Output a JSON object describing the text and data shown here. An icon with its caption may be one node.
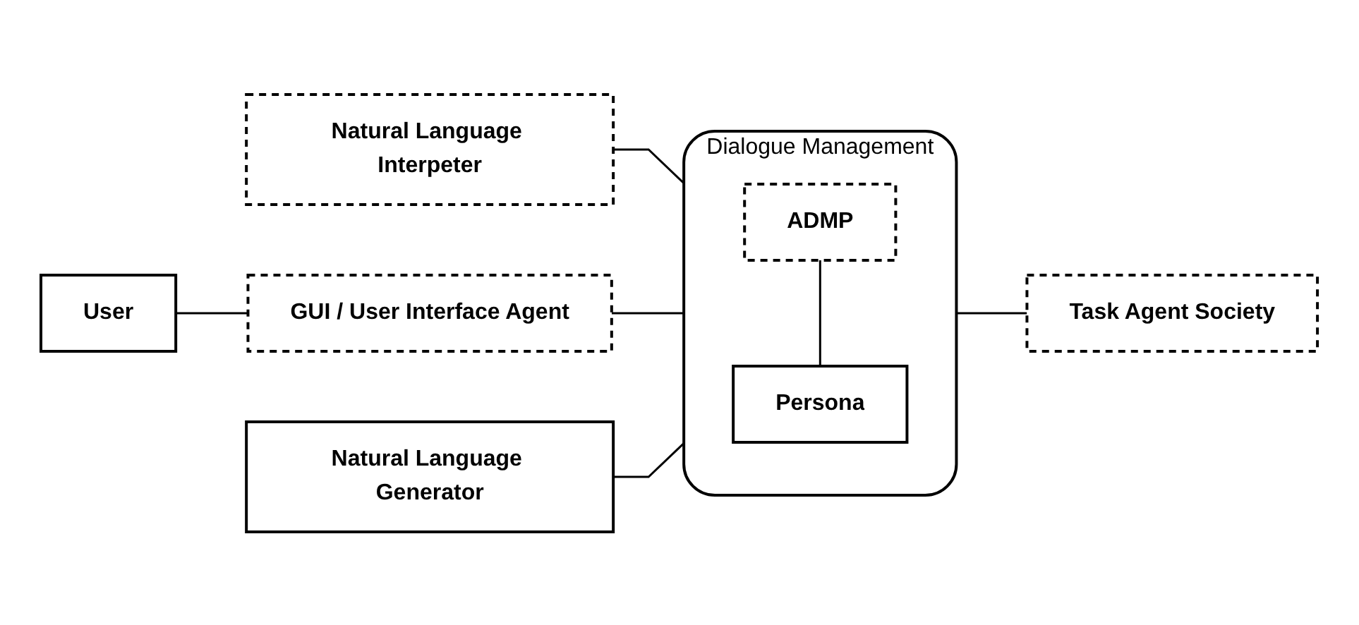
{
  "diagram": {
    "nodes": [
      {
        "text": [
          "Natural Language Interpeter"
        ]
      },
      {
        "text": [
          "User"
        ]
      },
      {
        "text": [
          "GUI / User Interface Agent"
        ]
      },
      {
        "text": [
          "Natural Language Generator"
        ]
      },
      {
        "text": [
          "Dialogue Management"
        ]
      },
      {
        "text": [
          "ADMP"
        ],
        "in": 4
      },
      {
        "text": [
          "Persona"
        ],
        "in": 4
      },
      {
        "text": [
          "Task Agent Society"
        ]
      }
    ],
    "edges": [
      {
        "from": 1,
        "to": 2,
        "arrow": "none"
      },
      {
        "from": 0,
        "to": 4,
        "arrow": "none"
      },
      {
        "from": 2,
        "to": 4,
        "arrow": "none"
      },
      {
        "from": 3,
        "to": 4,
        "arrow": "none"
      },
      {
        "from": 5,
        "to": 6,
        "arrow": "none"
      },
      {
        "from": 4,
        "to": 7,
        "arrow": "none"
      }
    ]
  }
}
